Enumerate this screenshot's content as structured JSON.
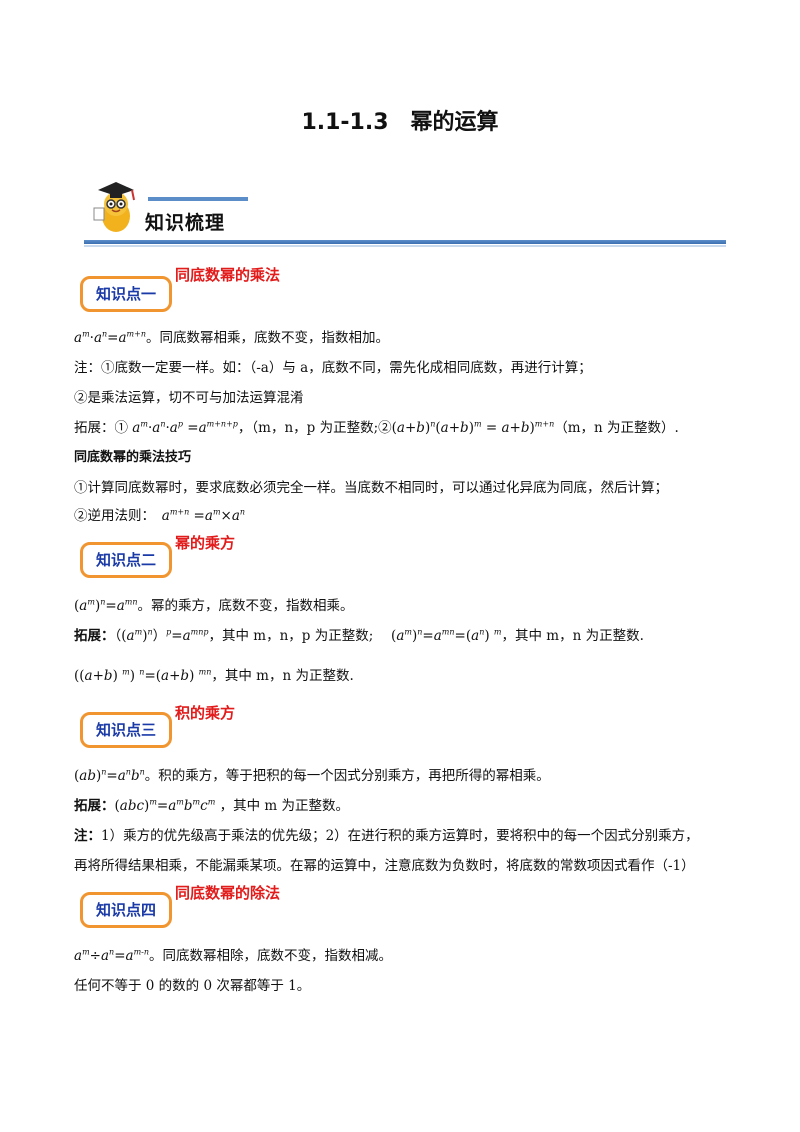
{
  "title": "1.1-1.3　幂的运算",
  "section": {
    "label": "知识梳理"
  },
  "k1": {
    "box": "知识点一",
    "title": "同底数幂的乘法",
    "formula_tail": "。同底数幂相乘，底数不变，指数相加。",
    "note1": "注：①底数一定要一样。如：（-a）与 a，底数不同，需先化成相同底数，再进行计算；",
    "note2": "②是乘法运算，切不可与加法运算混淆",
    "ext_prefix": "拓展：①",
    "ext_mid": "（m，n，p 为正整数;②",
    "ext_tail": "（m，n 为正整数）.",
    "tips_heading": "同底数幂的乘法技巧",
    "tip1": "①计算同底数幂时，要求底数必须完全一样。当底数不相同时，可以通过化异底为同底，然后计算；",
    "tip2_prefix": "②逆用法则："
  },
  "k2": {
    "box": "知识点二",
    "title": "幂的乘方",
    "formula_tail": "。幂的乘方，底数不变，指数相乘。",
    "ext_label": "拓展：",
    "ext_mid1": "，其中 m，n，p 为正整数;",
    "ext_mid2": "，其中 m，n 为正整数.",
    "ext2_tail": "，其中 m，n 为正整数."
  },
  "k3": {
    "box": "知识点三",
    "title": "积的乘方",
    "formula_tail": "。积的乘方，等于把积的每一个因式分别乘方，再把所得的幂相乘。",
    "ext_label": "拓展：",
    "ext_tail": "，其中 m 为正整数。",
    "note_label": "注：",
    "note1": "1）乘方的优先级高于乘法的优先级；2）在进行积的乘方运算时，要将积中的每一个因式分别乘方，",
    "note2": "再将所得结果相乘，不能漏乘某项。在幂的运算中，注意底数为负数时，将底数的常数项因式看作（-1）"
  },
  "k4": {
    "box": "知识点四",
    "title": "同底数幂的除法",
    "formula_tail": "。同底数幂相除，底数不变，指数相减。",
    "line2": "任何不等于 0 的数的 0 次幂都等于 1。"
  }
}
